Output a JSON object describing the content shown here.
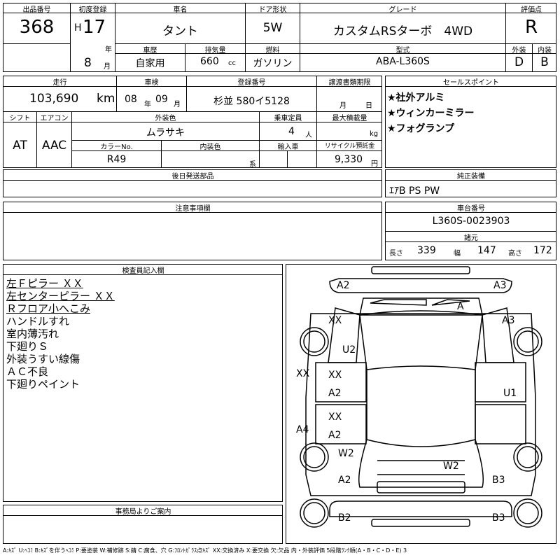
{
  "lot": {
    "label": "出品番号",
    "value": "368"
  },
  "first_reg": {
    "label": "初度登録",
    "era": "H",
    "year": "17",
    "year_unit": "年",
    "month": "8",
    "month_unit": "月"
  },
  "car_name": {
    "label": "車名",
    "value": "タント"
  },
  "door": {
    "label": "ドア形状",
    "value": "5W"
  },
  "grade": {
    "label": "グレード",
    "value": "カスタムRSターボ　4WD"
  },
  "score": {
    "label": "評価点",
    "value": "R"
  },
  "history": {
    "label": "車歴",
    "value": "自家用"
  },
  "displacement": {
    "label": "排気量",
    "value": "660",
    "unit": "cc"
  },
  "fuel": {
    "label": "燃料",
    "value": "ガソリン"
  },
  "model": {
    "label": "型式",
    "value": "ABA-L360S"
  },
  "ext_grade": {
    "label": "外装",
    "value": "D"
  },
  "int_grade": {
    "label": "内装",
    "value": "B"
  },
  "mileage": {
    "label": "走行",
    "value": "103,690",
    "unit": "km"
  },
  "inspection": {
    "label": "車検",
    "year": "08",
    "year_unit": "年",
    "month": "09",
    "month_unit": "月"
  },
  "plate": {
    "label": "登録番号",
    "value": "杉並 580イ5128"
  },
  "transfer": {
    "label": "譲渡書類期限",
    "month_unit": "月",
    "day_unit": "日"
  },
  "sales_points": {
    "label": "セールスポイント",
    "items": [
      "★社外アルミ",
      "★ウィンカーミラー",
      "★フォグランプ"
    ]
  },
  "shift": {
    "label": "シフト",
    "value": "AT"
  },
  "aircon": {
    "label": "エアコン",
    "value": "AAC"
  },
  "ext_color": {
    "label": "外装色",
    "value": "ムラサキ"
  },
  "capacity": {
    "label": "乗車定員",
    "value": "4",
    "unit": "人"
  },
  "max_load": {
    "label": "最大積載量",
    "unit": "kg"
  },
  "color_no": {
    "label": "カラーNo.",
    "value": "R49"
  },
  "int_color": {
    "label": "内装色",
    "unit": "系"
  },
  "import": {
    "label": "輸入車"
  },
  "recycle": {
    "label": "リサイクル預託金",
    "value": "9,330",
    "unit": "円"
  },
  "later_parts": {
    "label": "後日発送部品"
  },
  "equipment": {
    "label": "純正装備",
    "value": "ｴｱB PS PW"
  },
  "notes": {
    "label": "注意事項欄"
  },
  "chassis": {
    "label": "車台番号",
    "value": "L360S-0023903"
  },
  "dimensions": {
    "label": "諸元",
    "length_label": "長さ",
    "length": "339",
    "width_label": "幅",
    "width": "147",
    "height_label": "高さ",
    "height": "172"
  },
  "inspector": {
    "label": "検査員記入欄",
    "lines": [
      {
        "text": "左Ｆピラー ＸＸ",
        "underline": true
      },
      {
        "text": "左センターピラー ＸＸ",
        "underline": true
      },
      {
        "text": "Ｒフロア小へこみ",
        "underline": true
      },
      {
        "text": "ハンドルすれ",
        "underline": false
      },
      {
        "text": "室内薄汚れ",
        "underline": false
      },
      {
        "text": "下廻りＳ",
        "underline": false
      },
      {
        "text": "外装うすい線傷",
        "underline": false
      },
      {
        "text": "ＡＣ不良",
        "underline": false
      },
      {
        "text": "下廻りペイント",
        "underline": false
      }
    ]
  },
  "office": {
    "label": "事務局よりご案内"
  },
  "diagram_marks": {
    "a2_top": "A2",
    "a3_top": "A3",
    "a_glass": "A",
    "xx_lf": "XX",
    "a3_rf": "A3",
    "u2": "U2",
    "xx_lside": "XX",
    "xx_door1": "XX",
    "a2_door1": "A2",
    "u1": "U1",
    "xx_door2": "XX",
    "a2_door2": "A2",
    "a4": "A4",
    "w2_l": "W2",
    "w2_c": "W2",
    "a2_lr": "A2",
    "b3_rr": "B3",
    "b2_bot": "B2",
    "b3_bot": "B3"
  },
  "legend": "A:ｷｽﾞ U:ﾍｺﾐ B:ｷｽﾞを伴うﾍｺﾐ P:要塗装 W:補修跡 S:錆 C:腐食、穴 G:ﾌﾛﾝﾄｶﾞﾗｽ点ｷｽﾞ XX:交換済み X:要交換 欠:欠品 内・外装評価 5段階ﾗﾝｸ順(A・B・C・D・E) 3"
}
